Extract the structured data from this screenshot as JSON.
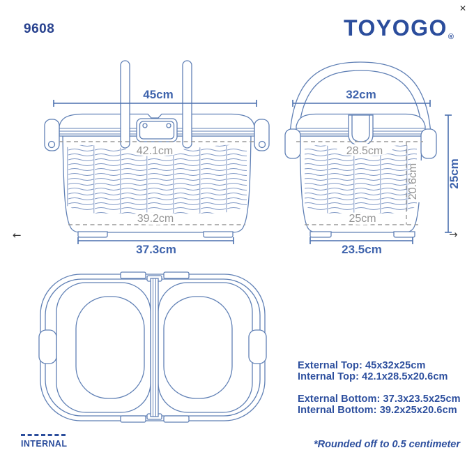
{
  "window": {
    "close_label": "✕"
  },
  "header": {
    "product_code": "9608",
    "brand": "TOYOGO",
    "registered_mark": "®"
  },
  "navigation": {
    "prev": "←",
    "next": "→"
  },
  "front_view": {
    "external_top_width": "45cm",
    "internal_top_width": "42.1cm",
    "internal_bottom_width": "39.2cm",
    "external_bottom_width": "37.3cm"
  },
  "side_view": {
    "external_top_depth": "32cm",
    "internal_top_depth": "28.5cm",
    "internal_height": "20.6cm",
    "internal_bottom_depth": "25cm",
    "external_bottom_depth": "23.5cm",
    "external_height": "25cm"
  },
  "bottom_view": {
    "label": "INTERNAL"
  },
  "specs": {
    "external_top": "External Top: 45x32x25cm",
    "internal_top": "Internal Top: 42.1x28.5x20.6cm",
    "external_bottom": "External Bottom: 37.3x23.5x25cm",
    "internal_bottom": "Internal Bottom: 39.2x25x20.6cm",
    "footnote": "*Rounded off to 0.5 centimeter"
  },
  "colors": {
    "brand_navy": "#2b4d9c",
    "dimension_blue": "#3e63ac",
    "drawing_line_blue": "#6080b5",
    "internal_gray": "#949494"
  }
}
